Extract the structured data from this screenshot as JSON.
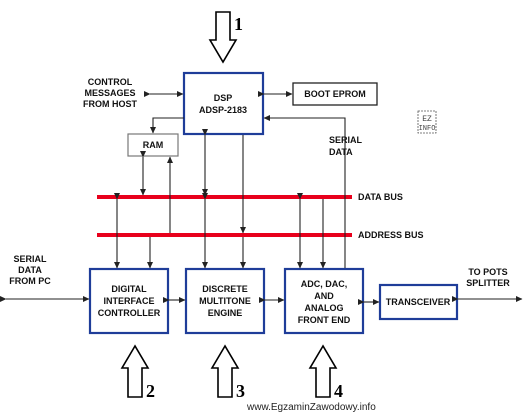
{
  "diagram": {
    "numbers": [
      "1",
      "2",
      "3",
      "4"
    ],
    "labels": {
      "control_messages": [
        "CONTROL",
        "MESSAGES",
        "FROM HOST"
      ],
      "dsp": [
        "DSP",
        "ADSP-2183"
      ],
      "boot_eprom": "BOOT EPROM",
      "ram": "RAM",
      "serial_data_top": [
        "SERIAL",
        "DATA"
      ],
      "data_bus": "DATA BUS",
      "address_bus": "ADDRESS BUS",
      "serial_data_left": [
        "SERIAL",
        "DATA",
        "FROM PC"
      ],
      "digital_interface": [
        "DIGITAL",
        "INTERFACE",
        "CONTROLLER"
      ],
      "discrete_multitone": [
        "DISCRETE",
        "MULTITONE",
        "ENGINE"
      ],
      "adc_dac": [
        "ADC, DAC,",
        "AND",
        "ANALOG",
        "FRONT END"
      ],
      "transceiver": "TRANSCEIVER",
      "to_pots": [
        "TO POTS",
        "SPLITTER"
      ]
    },
    "stamp": [
      "EZ",
      "INFO"
    ],
    "watermark": "www.EgzaminZawodowy.info",
    "colors": {
      "bus": "#e8001c",
      "box_border": "#1f3d99"
    }
  }
}
